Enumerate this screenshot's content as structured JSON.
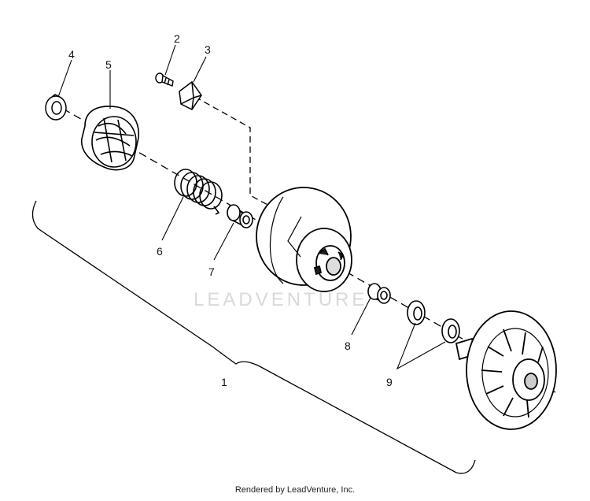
{
  "watermark": "LEADVENTURE",
  "footer": "Rendered by LeadVenture, Inc.",
  "callouts": {
    "c1": "1",
    "c2": "2",
    "c3": "3",
    "c4": "4",
    "c5": "5",
    "c6": "6",
    "c7": "7",
    "c8": "8",
    "c9": "9"
  }
}
